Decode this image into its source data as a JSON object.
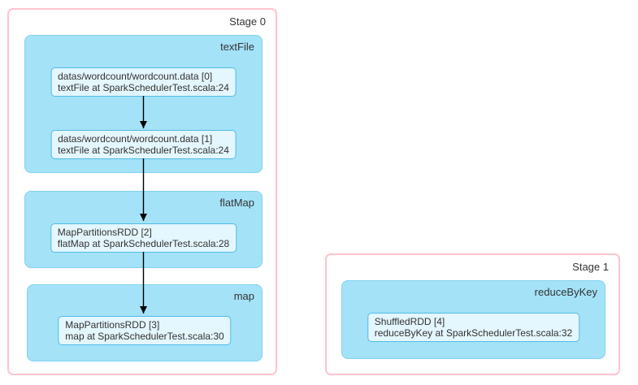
{
  "diagram": {
    "type": "spark-dag-visualization",
    "colors": {
      "stage_border": "#ffc3ce",
      "stage_fill": "#ffffff",
      "operation_fill": "#a4e2f8",
      "operation_border": "#82d2f0",
      "node_fill": "#e4f6fe",
      "node_border": "#4fbce6",
      "edge": "#000000",
      "text": "#333333"
    },
    "stages": [
      {
        "label": "Stage 0",
        "operations": [
          {
            "label": "textFile",
            "nodes": [
              {
                "name": "datas/wordcount/wordcount.data [0]",
                "callsite": "textFile at SparkSchedulerTest.scala:24"
              },
              {
                "name": "datas/wordcount/wordcount.data [1]",
                "callsite": "textFile at SparkSchedulerTest.scala:24"
              }
            ]
          },
          {
            "label": "flatMap",
            "nodes": [
              {
                "name": "MapPartitionsRDD [2]",
                "callsite": "flatMap at SparkSchedulerTest.scala:28"
              }
            ]
          },
          {
            "label": "map",
            "nodes": [
              {
                "name": "MapPartitionsRDD [3]",
                "callsite": "map at SparkSchedulerTest.scala:30"
              }
            ]
          }
        ]
      },
      {
        "label": "Stage 1",
        "operations": [
          {
            "label": "reduceByKey",
            "nodes": [
              {
                "name": "ShuffledRDD [4]",
                "callsite": "reduceByKey at SparkSchedulerTest.scala:32"
              }
            ]
          }
        ]
      }
    ],
    "edges": [
      {
        "from": "rdd-node-0",
        "to": "rdd-node-1"
      },
      {
        "from": "rdd-node-1",
        "to": "rdd-node-2"
      },
      {
        "from": "rdd-node-2",
        "to": "rdd-node-3"
      }
    ]
  }
}
